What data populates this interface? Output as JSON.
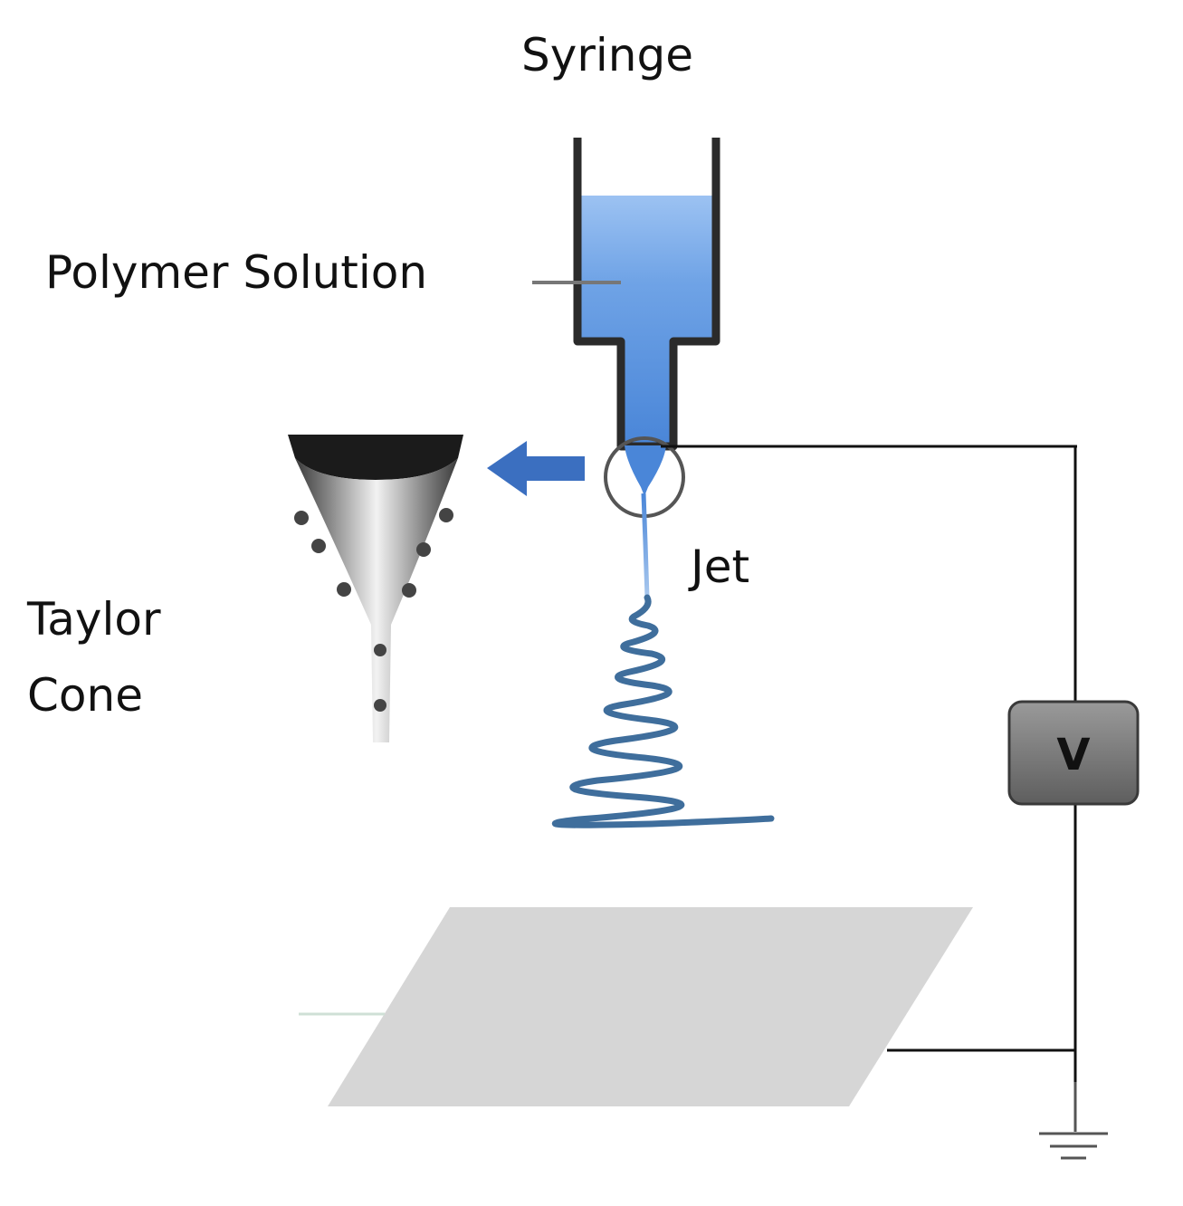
{
  "labels": {
    "syringe": "Syringe",
    "polymer_solution": "Polymer Solution",
    "jet": "Jet",
    "taylor_line1": "Taylor",
    "taylor_line2": "Cone",
    "voltage": "V"
  },
  "colors": {
    "solution": "#5b95dd",
    "solution_light": "#8db8ee",
    "arrow": "#3b6fc0",
    "spiral": "#3f6e9c",
    "collector": "#d6d6d6",
    "voltage_box": "#7a7a7a",
    "wire": "#111111"
  }
}
